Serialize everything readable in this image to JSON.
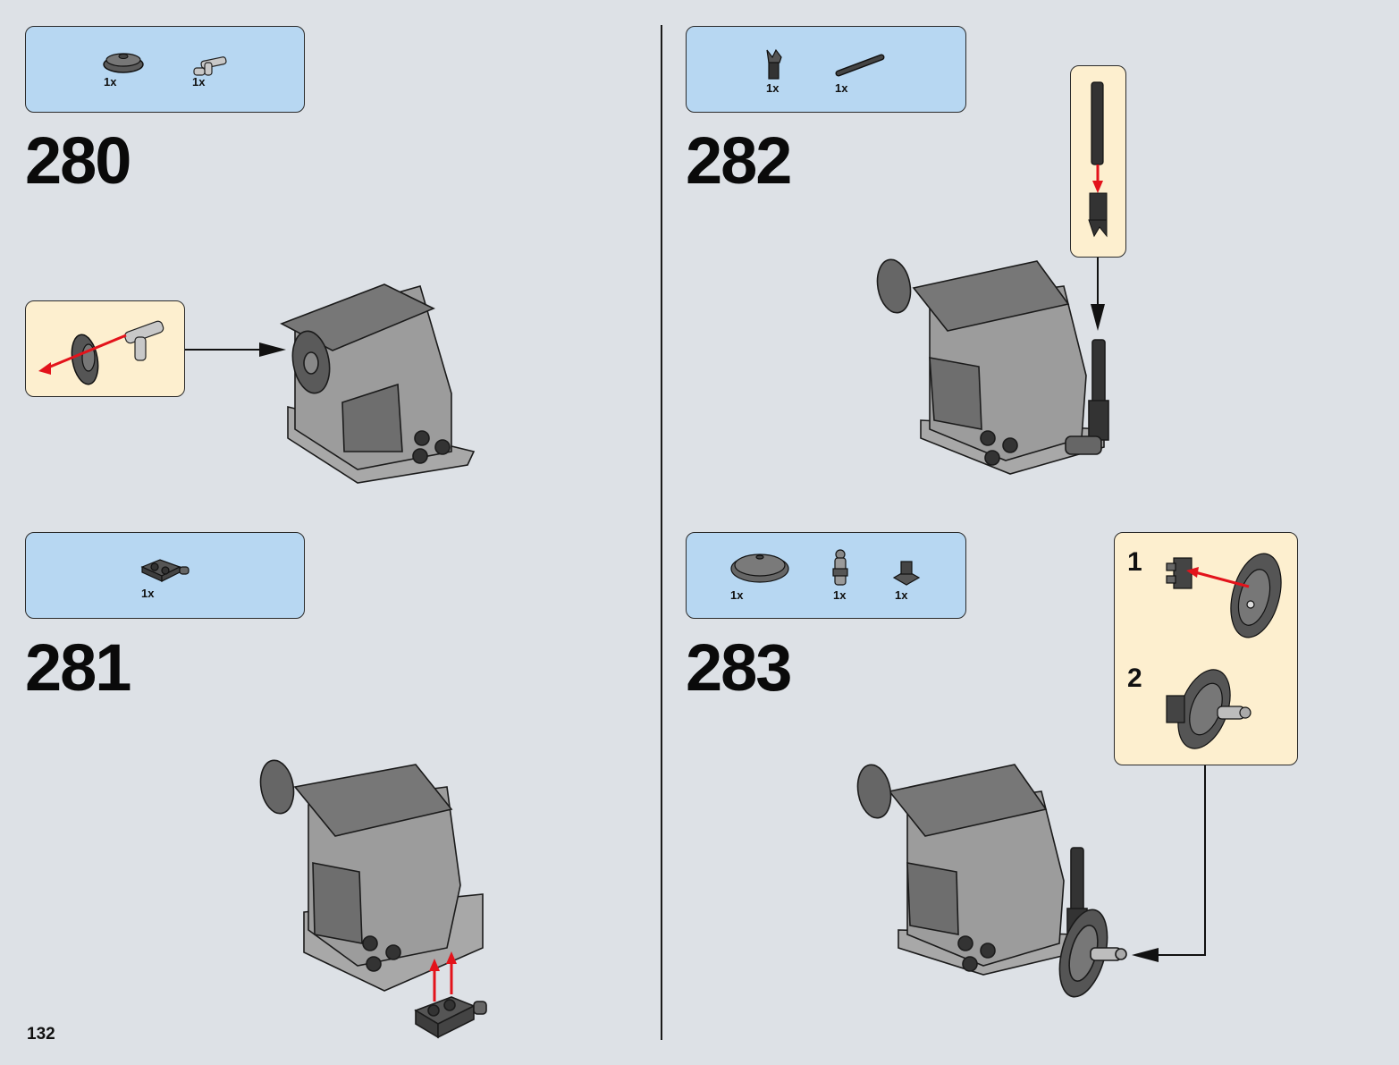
{
  "page_number": "132",
  "steps": [
    {
      "number": "280",
      "parts": [
        {
          "name": "dish-2x2",
          "qty": "1x"
        },
        {
          "name": "bar-holder-with-clip",
          "qty": "1x"
        }
      ]
    },
    {
      "number": "281",
      "parts": [
        {
          "name": "plate-1x2-with-bar",
          "qty": "1x"
        }
      ]
    },
    {
      "number": "282",
      "parts": [
        {
          "name": "bar-holder-clip",
          "qty": "1x"
        },
        {
          "name": "bar-black-long",
          "qty": "1x"
        }
      ]
    },
    {
      "number": "283",
      "parts": [
        {
          "name": "dish-4x4",
          "qty": "1x"
        },
        {
          "name": "lightsaber-hilt",
          "qty": "1x"
        },
        {
          "name": "plate-clip-vertical",
          "qty": "1x"
        }
      ]
    }
  ],
  "substeps": [
    "1",
    "2"
  ],
  "colors": {
    "parts_box": "#b7d7f2",
    "callout": "#fdefcf",
    "background": "#dde1e6",
    "arrow_red": "#e3131b"
  }
}
